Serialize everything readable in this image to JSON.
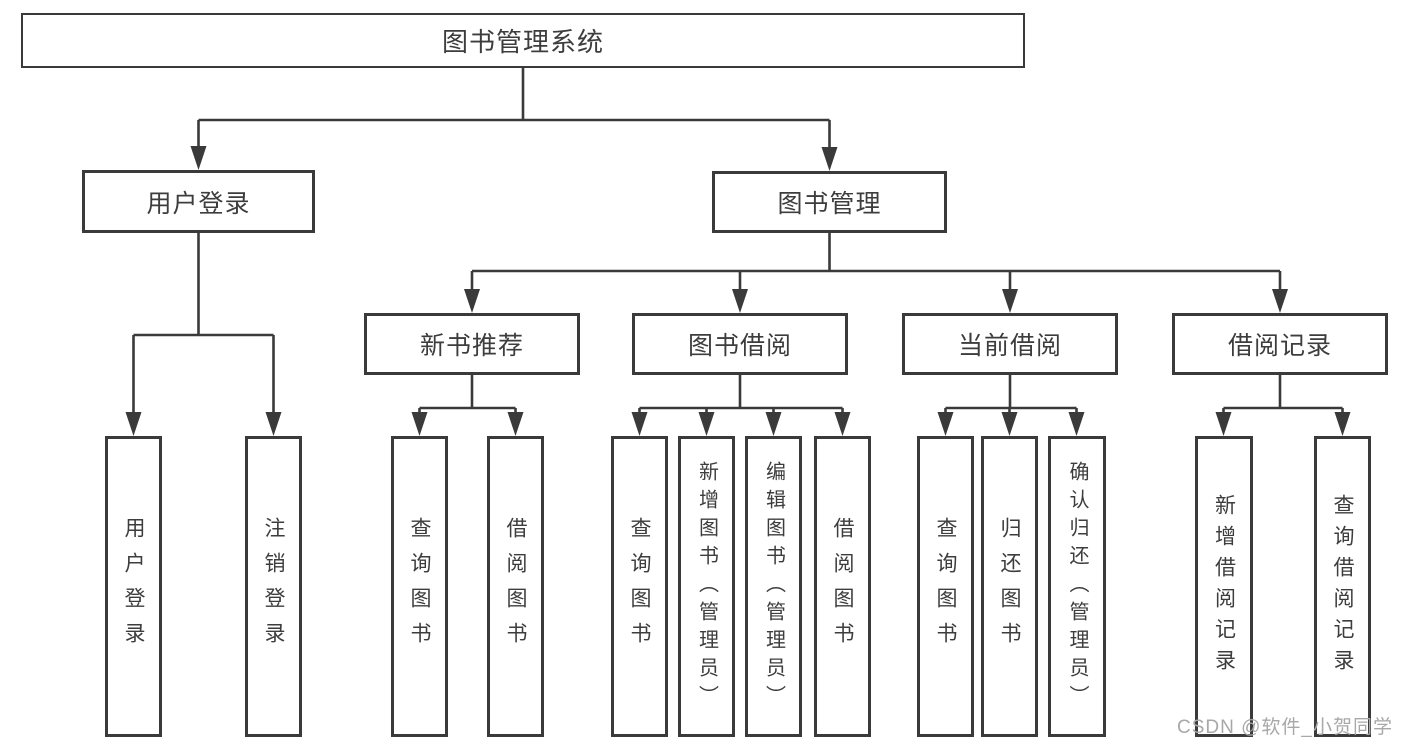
{
  "diagram": {
    "title": "图书管理系统",
    "type": "hierarchy-tree"
  },
  "nodes": {
    "root": {
      "label": "图书管理系统"
    },
    "user-login": {
      "label": "用户登录"
    },
    "book-mgmt": {
      "label": "图书管理"
    },
    "new-book-rec": {
      "label": "新书推荐"
    },
    "book-borrow": {
      "label": "图书借阅"
    },
    "current-borrow": {
      "label": "当前借阅"
    },
    "borrow-records": {
      "label": "借阅记录"
    },
    "leaf-user-login": {
      "label": "用户登录"
    },
    "leaf-logout": {
      "label": "注销登录"
    },
    "nbr-query-books": {
      "label": "查询图书"
    },
    "nbr-borrow-books": {
      "label": "借阅图书"
    },
    "bb-query-books": {
      "label": "查询图书"
    },
    "bb-add-books": {
      "label": "新增图书（管理员）"
    },
    "bb-edit-books": {
      "label": "编辑图书（管理员）"
    },
    "bb-borrow-books": {
      "label": "借阅图书"
    },
    "cb-query-books": {
      "label": "查询图书"
    },
    "cb-return-books": {
      "label": "归还图书"
    },
    "cb-confirm-return": {
      "label": "确认归还（管理员）"
    },
    "br-add-record": {
      "label": "新增借阅记录"
    },
    "br-query-record": {
      "label": "查询借阅记录"
    }
  },
  "edges": [
    {
      "from": "root",
      "to": "user-login"
    },
    {
      "from": "root",
      "to": "book-mgmt"
    },
    {
      "from": "user-login",
      "to": "leaf-user-login"
    },
    {
      "from": "user-login",
      "to": "leaf-logout"
    },
    {
      "from": "book-mgmt",
      "to": "new-book-rec"
    },
    {
      "from": "book-mgmt",
      "to": "book-borrow"
    },
    {
      "from": "book-mgmt",
      "to": "current-borrow"
    },
    {
      "from": "book-mgmt",
      "to": "borrow-records"
    },
    {
      "from": "new-book-rec",
      "to": "nbr-query-books"
    },
    {
      "from": "new-book-rec",
      "to": "nbr-borrow-books"
    },
    {
      "from": "book-borrow",
      "to": "bb-query-books"
    },
    {
      "from": "book-borrow",
      "to": "bb-add-books"
    },
    {
      "from": "book-borrow",
      "to": "bb-edit-books"
    },
    {
      "from": "book-borrow",
      "to": "bb-borrow-books"
    },
    {
      "from": "current-borrow",
      "to": "cb-query-books"
    },
    {
      "from": "current-borrow",
      "to": "cb-return-books"
    },
    {
      "from": "current-borrow",
      "to": "cb-confirm-return"
    },
    {
      "from": "borrow-records",
      "to": "br-add-record"
    },
    {
      "from": "borrow-records",
      "to": "br-query-record"
    }
  ],
  "watermark": {
    "text": "CSDN @软件_小贺同学"
  },
  "colors": {
    "line": "#3a3a3a",
    "text": "#3d3d3d",
    "background": "#ffffff",
    "watermark": "#a8a8a8"
  }
}
